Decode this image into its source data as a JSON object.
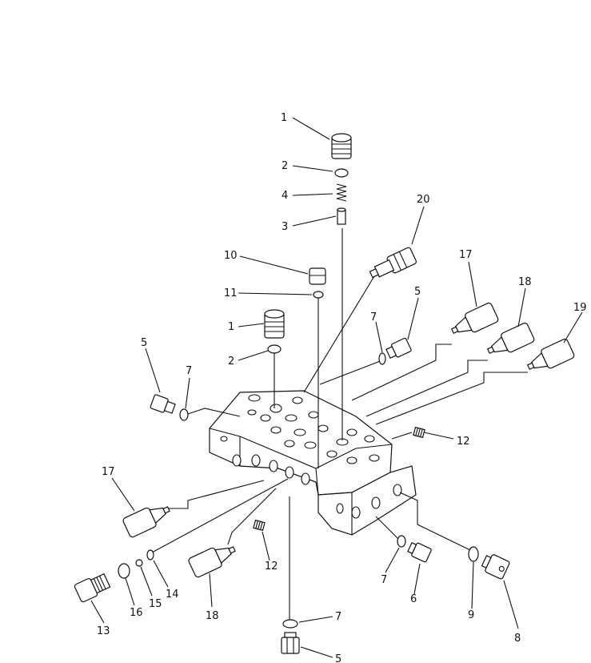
{
  "callouts": [
    {
      "id": "c1a",
      "label": "1"
    },
    {
      "id": "c2a",
      "label": "2"
    },
    {
      "id": "c4",
      "label": "4"
    },
    {
      "id": "c3",
      "label": "3"
    },
    {
      "id": "c20",
      "label": "20"
    },
    {
      "id": "c10",
      "label": "10"
    },
    {
      "id": "c11",
      "label": "11"
    },
    {
      "id": "c1b",
      "label": "1"
    },
    {
      "id": "c2b",
      "label": "2"
    },
    {
      "id": "c17a",
      "label": "17"
    },
    {
      "id": "c18a",
      "label": "18"
    },
    {
      "id": "c19",
      "label": "19"
    },
    {
      "id": "c5a",
      "label": "5"
    },
    {
      "id": "c7a",
      "label": "7"
    },
    {
      "id": "c5b",
      "label": "5"
    },
    {
      "id": "c7b",
      "label": "7"
    },
    {
      "id": "c12a",
      "label": "12"
    },
    {
      "id": "c17b",
      "label": "17"
    },
    {
      "id": "c12b",
      "label": "12"
    },
    {
      "id": "c13",
      "label": "13"
    },
    {
      "id": "c16",
      "label": "16"
    },
    {
      "id": "c15",
      "label": "15"
    },
    {
      "id": "c14",
      "label": "14"
    },
    {
      "id": "c18b",
      "label": "18"
    },
    {
      "id": "c7c",
      "label": "7"
    },
    {
      "id": "c6",
      "label": "6"
    },
    {
      "id": "c9",
      "label": "9"
    },
    {
      "id": "c8",
      "label": "8"
    },
    {
      "id": "c7d",
      "label": "7"
    },
    {
      "id": "c5c",
      "label": "5"
    }
  ]
}
